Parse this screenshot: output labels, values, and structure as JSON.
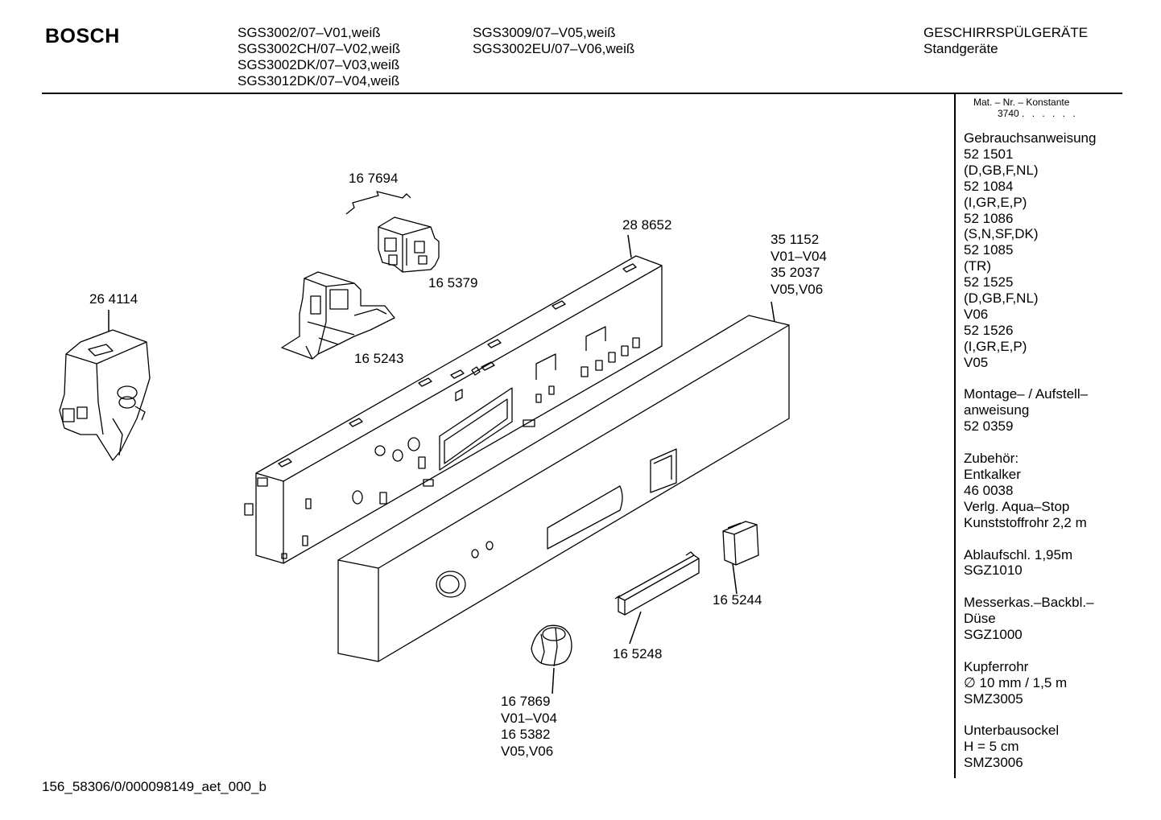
{
  "header": {
    "brand": "BOSCH",
    "models_col1": [
      "SGS3002/07–V01,weiß",
      "SGS3002CH/07–V02,weiß",
      "SGS3002DK/07–V03,weiß",
      "SGS3012DK/07–V04,weiß"
    ],
    "models_col2": [
      "SGS3009/07–V05,weiß",
      "SGS3002EU/07–V06,weiß"
    ],
    "category": "GESCHIRRSPÜLGERÄTE",
    "subcategory": "Standgeräte"
  },
  "sidebar": {
    "mat_label": "Mat. – Nr. – Konstante",
    "mat_value": "3740",
    "mat_dots": ". . . . . .",
    "groups": [
      [
        "Gebrauchsanweisung",
        "52 1501",
        "(D,GB,F,NL)",
        "52 1084",
        "(I,GR,E,P)",
        "52 1086",
        "(S,N,SF,DK)",
        "52 1085",
        "(TR)",
        "52 1525",
        "(D,GB,F,NL)",
        "V06",
        "52 1526",
        "(I,GR,E,P)",
        "V05"
      ],
      [
        "Montage– / Aufstell–",
        "anweisung",
        "52 0359"
      ],
      [
        "Zubehör:",
        "Entkalker",
        "46 0038",
        "Verlg. Aqua–Stop",
        "Kunststoffrohr 2,2 m"
      ],
      [
        "Ablaufschl. 1,95m",
        "SGZ1010"
      ],
      [
        "Messerkas.–Backbl.–",
        "Düse",
        "SGZ1000"
      ],
      [
        "Kupferrohr",
        "∅ 10 mm / 1,5 m",
        "SMZ3005"
      ],
      [
        "Unterbausockel",
        "H = 5 cm",
        "SMZ3006"
      ]
    ]
  },
  "parts": {
    "p167694": "16 7694",
    "p288652": "28 8652",
    "p165379": "16 5379",
    "p165243": "16 5243",
    "p264114": "26 4114",
    "p351152": [
      "35 1152",
      "V01–V04",
      "35 2037",
      "V05,V06"
    ],
    "p165244": "16 5244",
    "p165248": "16 5248",
    "p167869": [
      "16 7869",
      "V01–V04",
      "16 5382",
      "V05,V06"
    ]
  },
  "footer": {
    "code": "156_58306/0/000098149_aet_000_b"
  }
}
